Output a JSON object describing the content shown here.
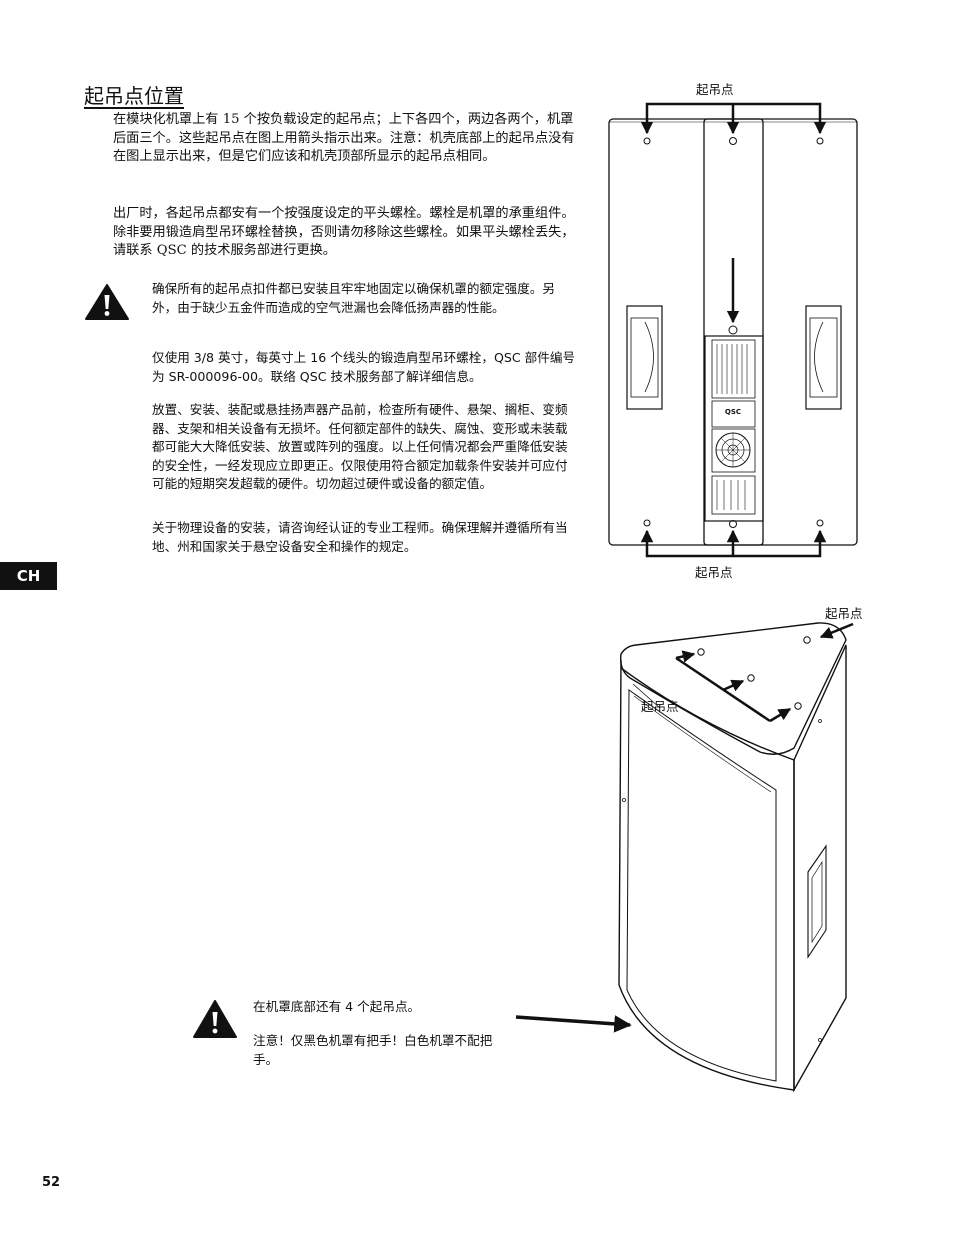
{
  "section_title": "起吊点位置",
  "paragraphs": [
    "在模块化机罩上有 15 个按负载设定的起吊点；上下各四个，两边各两个，机罩后面三个。这些起吊点在图上用箭头指示出来。注意：机壳底部上的起吊点没有在图上显示出来，但是它们应该和机壳顶部所显示的起吊点相同。",
    "出厂时，各起吊点都安有一个按强度设定的平头螺栓。螺栓是机罩的承重组件。除非要用锻造肩型吊环螺栓替换，否则请勿移除这些螺栓。如果平头螺栓丢失，请联系 QSC 的技术服务部进行更换。"
  ],
  "warnings": [
    "确保所有的起吊点扣件都已安装且牢牢地固定以确保机罩的额定强度。另外，由于缺少五金件而造成的空气泄漏也会降低扬声器的性能。",
    "仅使用 3/8 英寸，每英寸上 16 个线头的锻造肩型吊环螺栓，QSC 部件编号为 SR-000096-00。联络 QSC 技术服务部了解详细信息。",
    "放置、安装、装配或悬挂扬声器产品前，检查所有硬件、悬架、搁柜、变频器、支架和相关设备有无损坏。任何额定部件的缺失、腐蚀、变形或未装载都可能大大降低安装、放置或阵列的强度。以上任何情况都会严重降低安装的安全性，一经发现应立即更正。仅限使用符合额定加载条件安装并可应付可能的短期突发超载的硬件。切勿超过硬件或设备的额定值。",
    "关于物理设备的安装，请咨询经认证的专业工程师。确保理解并遵循所有当地、州和国家关于悬空设备安全和操作的规定。"
  ],
  "bottom_note": {
    "line1": "在机罩底部还有 4 个起吊点。",
    "line2": "注意！仅黑色机罩有把手！白色机罩不配把手。"
  },
  "figure_labels": {
    "top": "起吊点",
    "bottom": "起吊点",
    "iso_right": "起吊点",
    "iso_left": "起吊点"
  },
  "amp_brand": "QSC",
  "language_tab": "CH",
  "page_number": "52",
  "icons": {
    "warning": "warning-triangle-icon"
  },
  "colors": {
    "ink": "#111111",
    "tab_background": "#111111",
    "tab_text": "#ffffff"
  }
}
